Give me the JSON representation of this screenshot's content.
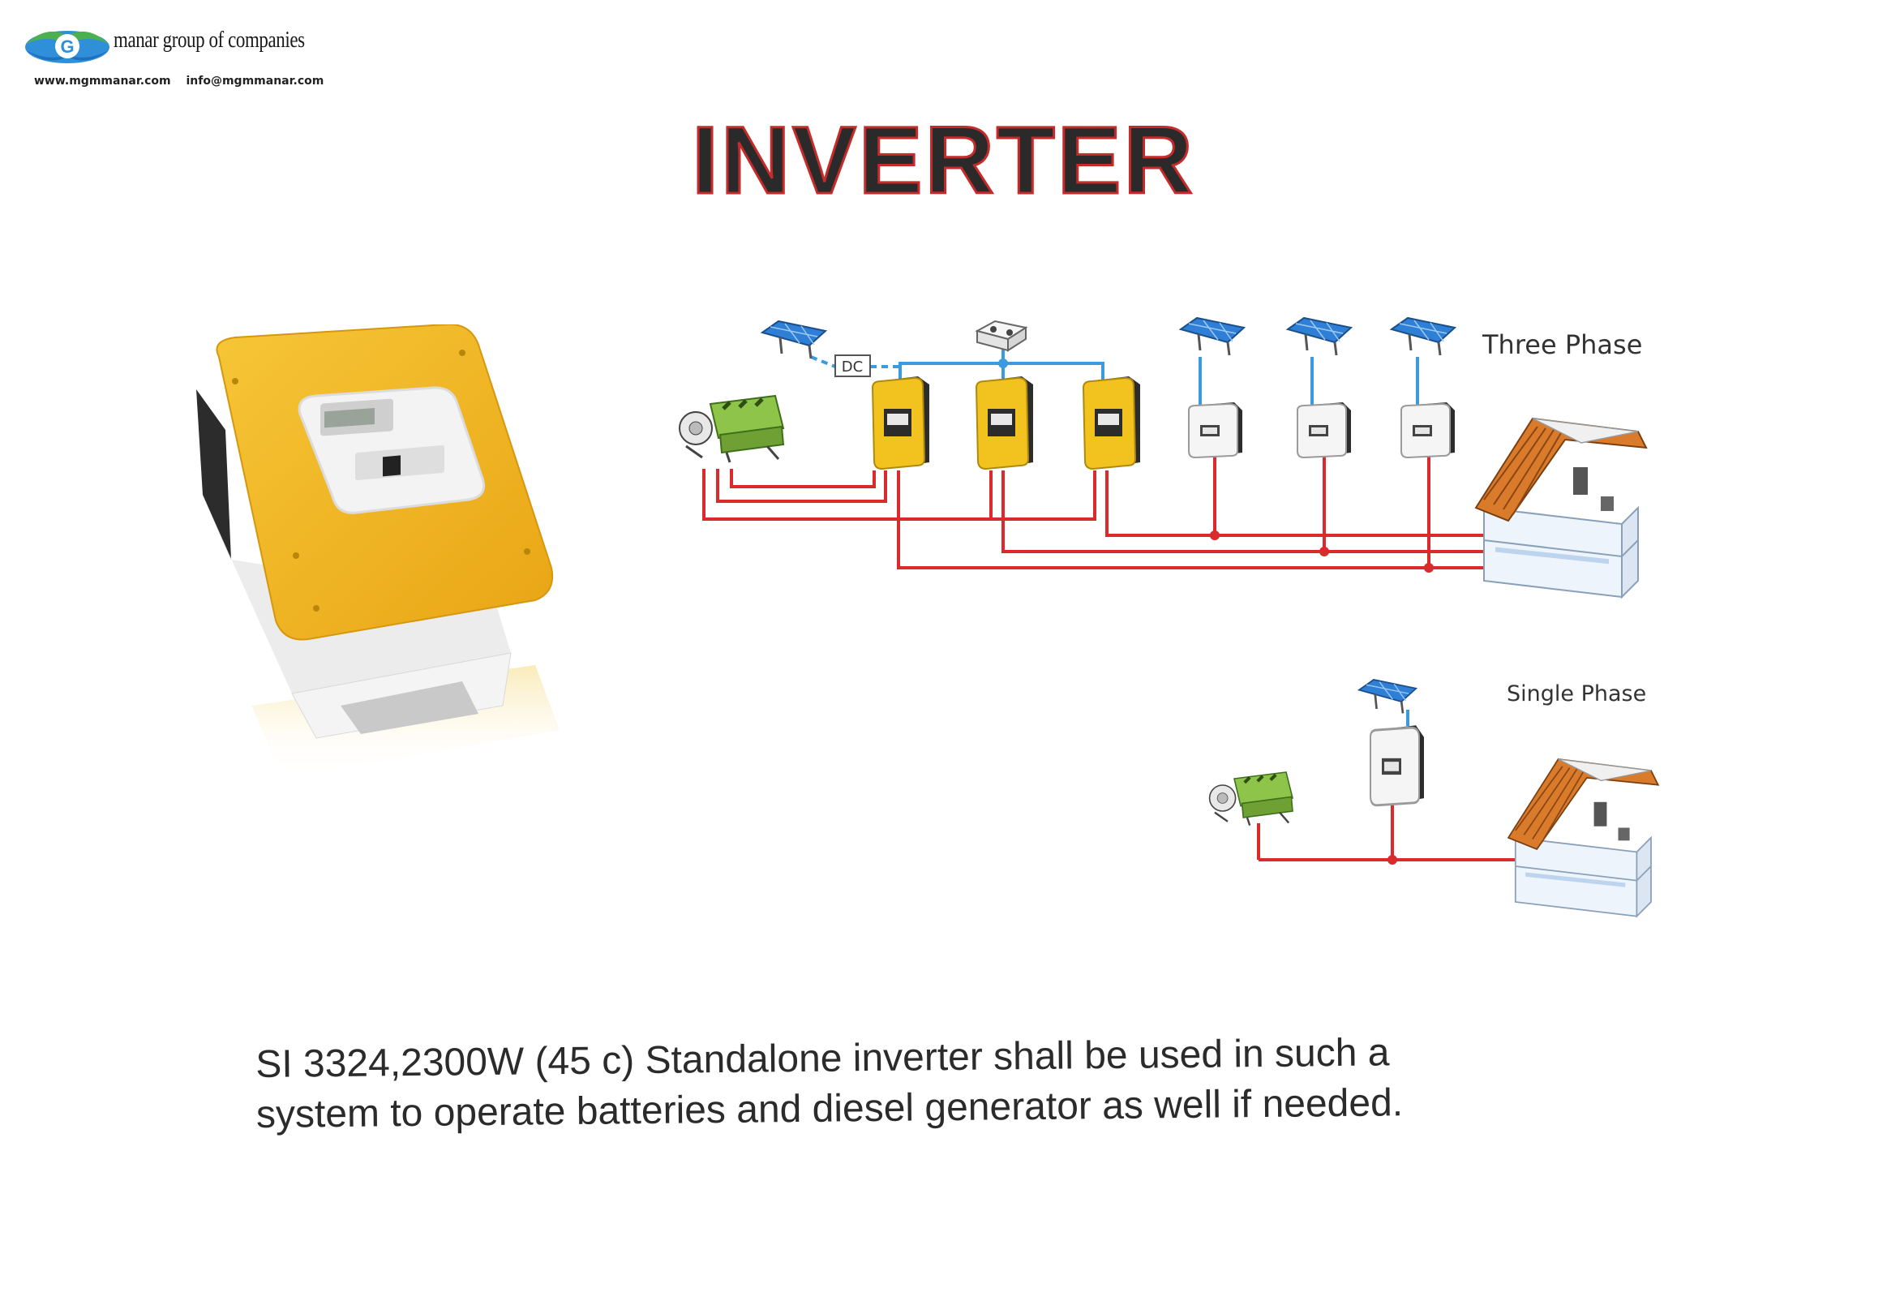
{
  "header": {
    "company_name": "manar group of companies",
    "website": "www.mgmmanar.com",
    "email": "info@mgmmanar.com",
    "logo_letter": "G"
  },
  "title": "INVERTER",
  "diagram": {
    "three_phase_label": "Three Phase",
    "single_phase_label": "Single Phase",
    "dc_label": "DC"
  },
  "caption": {
    "line1": "SI 3324,2300W (45 c) Standalone inverter shall be used in such a",
    "line2": "system to operate batteries and diesel generator as well if needed."
  },
  "colors": {
    "ac_line": "#d92b2b",
    "dc_line": "#3b9be0",
    "inverter_yellow": "#f2b51f",
    "panel_blue": "#2f7fd6",
    "title_outline": "#c62a2a"
  }
}
